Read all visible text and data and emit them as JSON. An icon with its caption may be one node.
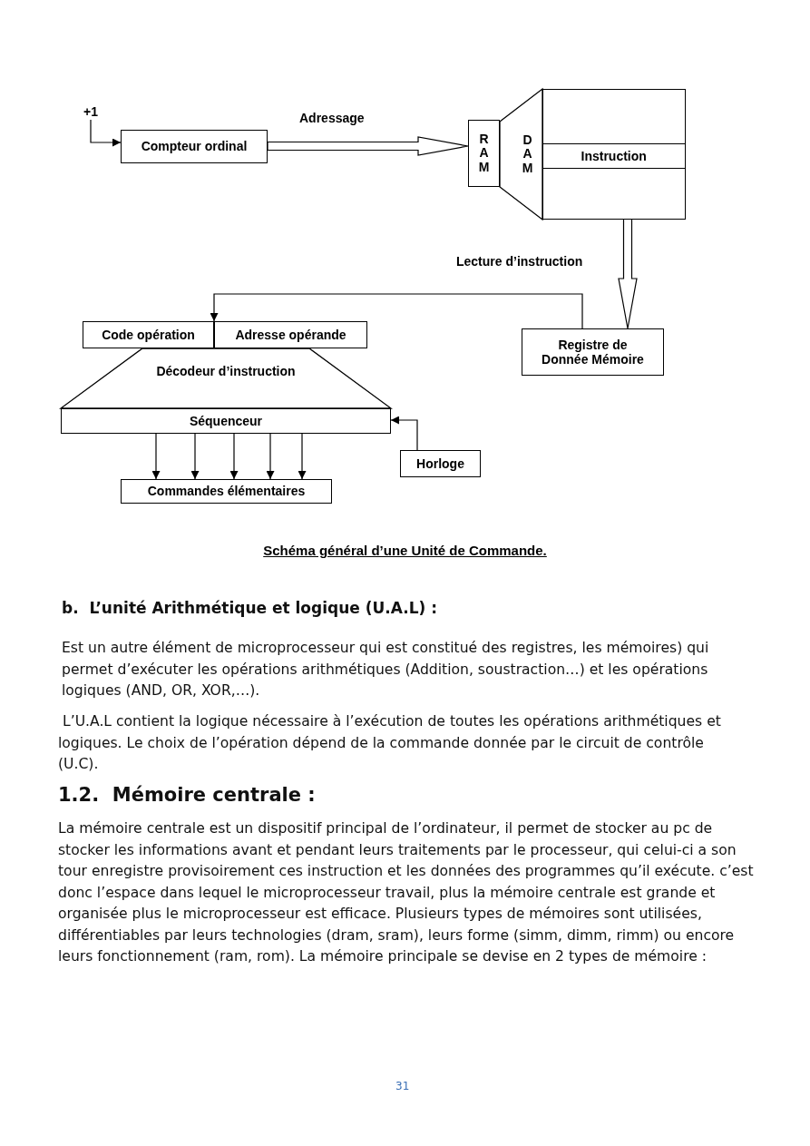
{
  "diagram": {
    "caption": "Schéma général d’une Unité de Commande.",
    "nodes": [
      {
        "text": [
          "+1"
        ]
      },
      {
        "text": [
          "Compteur ordinal"
        ]
      },
      {
        "text": [
          "RAM"
        ]
      },
      {
        "text": [
          "DAM"
        ]
      },
      {
        "text": [],
        "shape": "box"
      },
      {
        "text": [
          "Instruction"
        ],
        "in": 4
      },
      {
        "text": [
          "Registre de Donnée Mémoire"
        ]
      },
      {
        "text": [
          "Code opération"
        ]
      },
      {
        "text": [
          "Adresse opérande"
        ]
      },
      {
        "text": [
          "Décodeur d’instruction"
        ]
      },
      {
        "text": [
          "Séquenceur"
        ]
      },
      {
        "text": [
          "Horloge"
        ]
      },
      {
        "text": [
          "Commandes élémentaires"
        ]
      }
    ],
    "edges": [
      {
        "from": 0,
        "to": 1,
        "arrow": "to"
      },
      {
        "from": 1,
        "to": 2,
        "arrow": "to",
        "label": "Adressage",
        "style": "thick"
      },
      {
        "from": 5,
        "to": 6,
        "arrow": "to",
        "label": "Lecture d’instruction",
        "style": "thick"
      },
      {
        "from": 6,
        "to": 7,
        "arrow": "to"
      },
      {
        "from": 11,
        "to": 10,
        "arrow": "to"
      },
      {
        "from": 10,
        "to": 12,
        "arrow": "to"
      },
      {
        "from": 10,
        "to": 12,
        "arrow": "to"
      },
      {
        "from": 10,
        "to": 12,
        "arrow": "to"
      },
      {
        "from": 10,
        "to": 12,
        "arrow": "to"
      },
      {
        "from": 10,
        "to": 12,
        "arrow": "to"
      }
    ],
    "labels": [
      "b.  L’unité Arithmétique et logique (U.A.L) :",
      "Est un autre élément de microprocesseur qui est constitué des registres, les mémoires) qui permet d’exécuter les opérations arithmétiques (Addition, soustraction…) et les opérations logiques (AND, OR, XOR,…).",
      "L’U.A.L contient la logique nécessaire à l’exécution de toutes les opérations arithmétiques et logiques. Le choix de l’opération dépend de la commande donnée par le circuit de contrôle (U.C).",
      "1.2.  Mémoire centrale :",
      "La mémoire centrale est un dispositif principal de l’ordinateur, il permet de stocker au pc de stocker les informations avant et pendant leurs traitements par le processeur, qui celui-ci a son tour enregistre provisoirement ces instruction et les données des programmes qu’il exécute. c’est donc l’espace dans lequel le microprocesseur travail, plus la mémoire centrale est grande et organisée plus le microprocesseur est efficace. Plusieurs types de mémoires sont utilisées, différentiables par leurs technologies (dram, sram), leurs forme (simm, dimm, rimm) ou encore leurs fonctionnement (ram, rom). La mémoire principale se devise en 2 types de mémoire :",
      "31"
    ]
  }
}
